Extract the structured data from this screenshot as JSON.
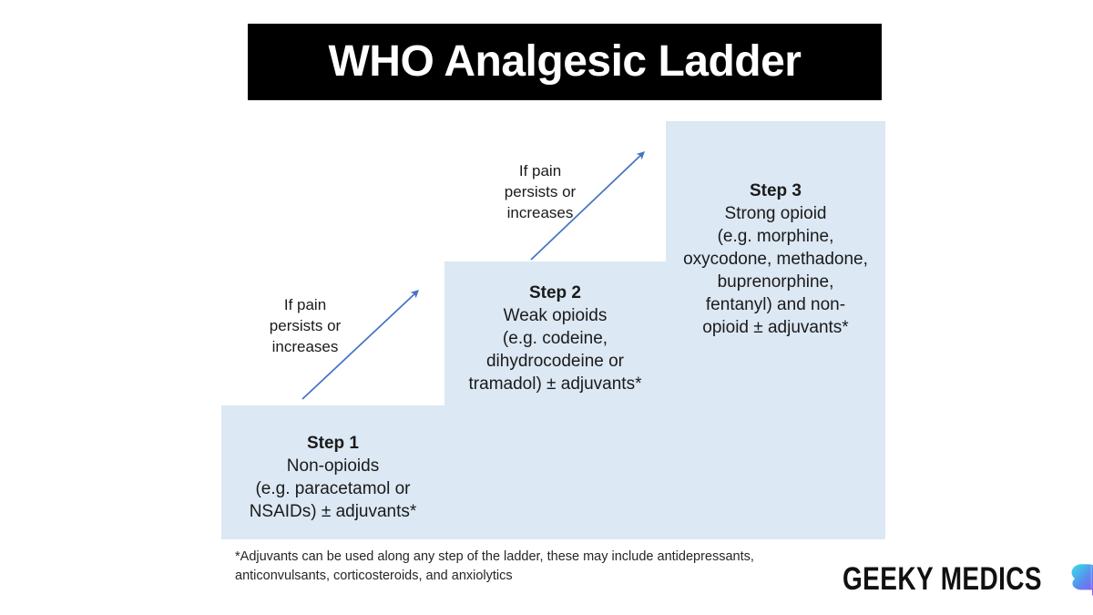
{
  "title": {
    "text": "WHO Analgesic Ladder",
    "banner_color": "#000000",
    "text_color": "#ffffff"
  },
  "theme": {
    "step_fill": "#dce8f4",
    "arrow_color": "#4472c4",
    "text_color": "#1a1a1a",
    "page_background": "#ffffff"
  },
  "steps": [
    {
      "id": "step-1",
      "title": "Step 1",
      "body": "Non-opioids\n(e.g. paracetamol or\nNSAIDs) ± adjuvants*",
      "lines": [
        "Non-opioids",
        "(e.g. paracetamol or",
        "NSAIDs) ± adjuvants*"
      ]
    },
    {
      "id": "step-2",
      "title": "Step 2",
      "body": "Weak opioids\n(e.g. codeine,\ndihydrocodeine or\ntramadol) ± adjuvants*",
      "lines": [
        "Weak opioids",
        "(e.g. codeine,",
        "dihydrocodeine or",
        "tramadol) ± adjuvants*"
      ]
    },
    {
      "id": "step-3",
      "title": "Step 3",
      "body": "Strong opioid\n(e.g. morphine,\noxycodone, methadone,\nbuprenorphine,\nfentanyl) and non-\nopioid ± adjuvants*",
      "lines": [
        "Strong opioid",
        "(e.g. morphine,",
        "oxycodone, methadone,",
        "buprenorphine,",
        "fentanyl) and non-",
        "opioid ± adjuvants*"
      ]
    }
  ],
  "arrows": [
    {
      "id": "arrow-1",
      "label_lines": [
        "If pain",
        "persists or",
        "increases"
      ],
      "label": "If pain persists or increases",
      "from": "step-1",
      "to": "step-2"
    },
    {
      "id": "arrow-2",
      "label_lines": [
        "If pain",
        "persists or",
        "increases"
      ],
      "label": "If pain persists or increases",
      "from": "step-2",
      "to": "step-3"
    }
  ],
  "footnote": {
    "line1": "*Adjuvants can be used along any step of the ladder, these may include antidepressants,",
    "line2": "anticonvulsants, corticosteroids, and anxiolytics"
  },
  "brand": {
    "wordmark": "GEEKY MEDICS",
    "icon": "brain-speech-bubble-icon",
    "gradient": [
      "#3ad5e8",
      "#5b8af0",
      "#8a5cf0",
      "#e86fd8"
    ]
  }
}
